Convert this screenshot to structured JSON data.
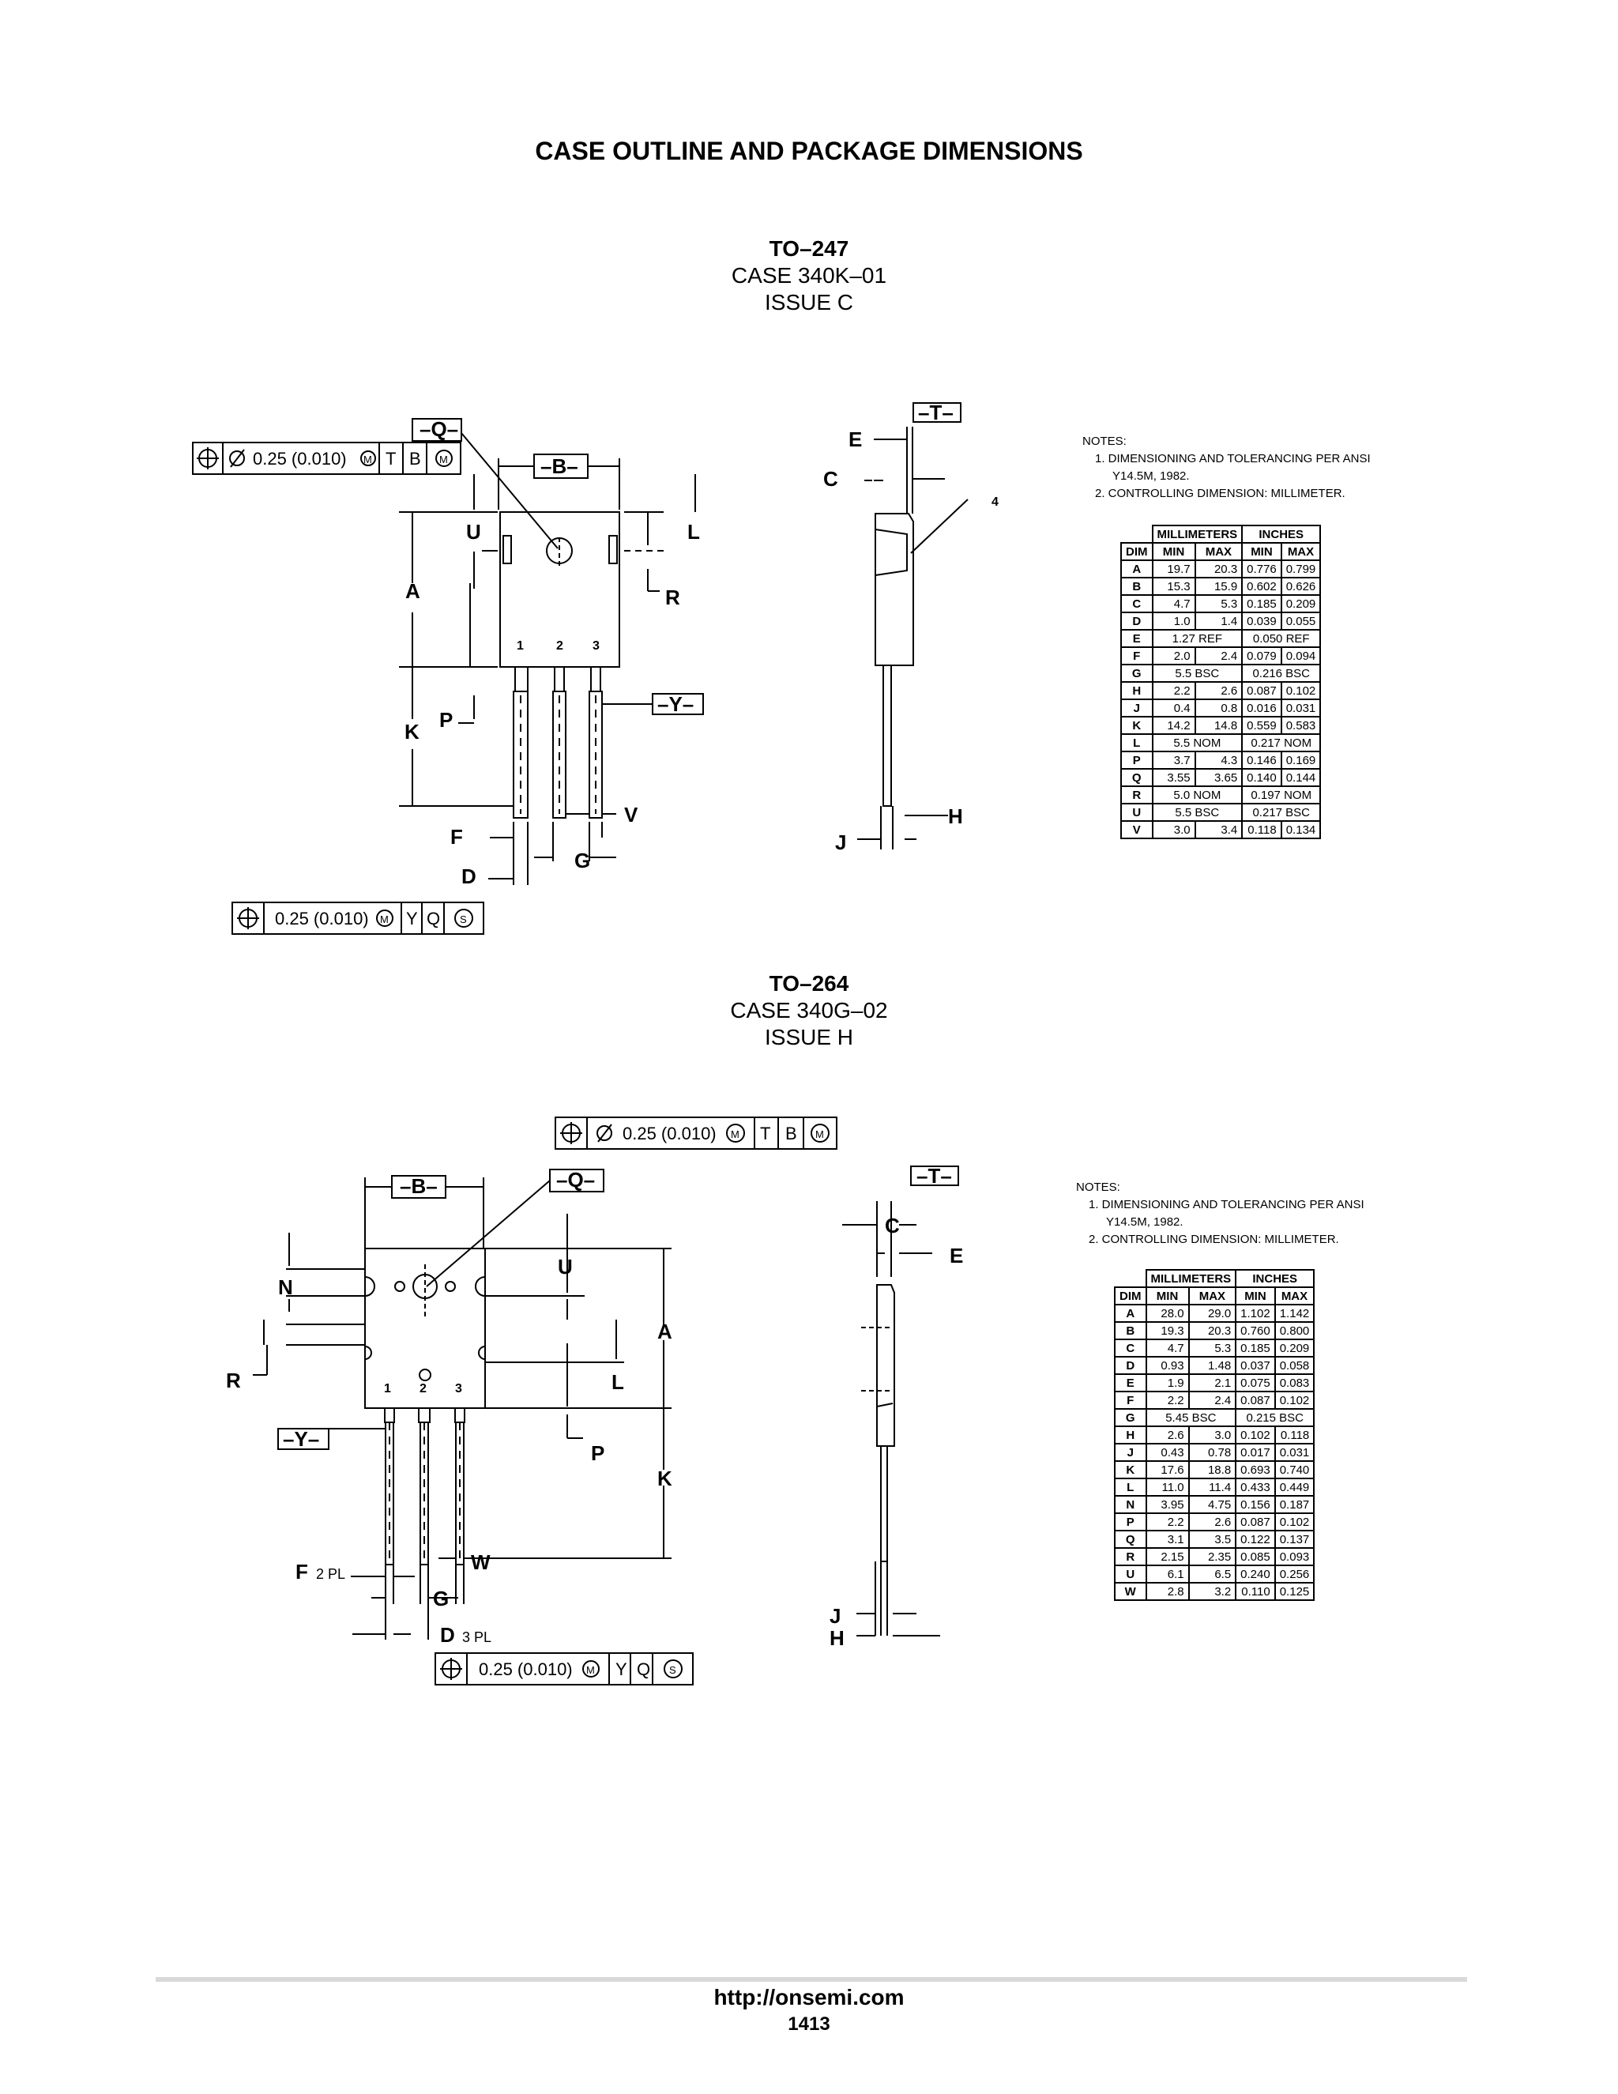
{
  "page": {
    "title": "CASE OUTLINE AND PACKAGE DIMENSIONS"
  },
  "packages": [
    {
      "name": "TO–247",
      "case": "CASE 340K–01",
      "issue": "ISSUE C",
      "notes": {
        "heading": "NOTES:",
        "lines": [
          "1.  DIMENSIONING AND TOLERANCING PER ANSI",
          "Y14.5M, 1982.",
          "2.  CONTROLLING DIMENSION: MILLIMETER."
        ]
      },
      "drawing": {
        "fcf_top": {
          "value": "0.25 (0.010)",
          "refs": [
            "T",
            "B"
          ]
        },
        "fcf_bottom": {
          "value": "0.25 (0.010)",
          "refs": [
            "Y",
            "Q"
          ]
        },
        "datums": [
          "–Q–",
          "–B–",
          "–Y–",
          "–T–"
        ],
        "labels": [
          "U",
          "L",
          "A",
          "R",
          "K",
          "P",
          "F",
          "D",
          "G",
          "V",
          "E",
          "C",
          "H",
          "J",
          "4",
          "1",
          "2",
          "3"
        ]
      },
      "table": {
        "group_headers": [
          "MILLIMETERS",
          "INCHES"
        ],
        "col_headers": [
          "DIM",
          "MIN",
          "MAX",
          "MIN",
          "MAX"
        ],
        "rows": [
          [
            "A",
            "19.7",
            "20.3",
            "0.776",
            "0.799"
          ],
          [
            "B",
            "15.3",
            "15.9",
            "0.602",
            "0.626"
          ],
          [
            "C",
            "4.7",
            "5.3",
            "0.185",
            "0.209"
          ],
          [
            "D",
            "1.0",
            "1.4",
            "0.039",
            "0.055"
          ],
          [
            "E",
            "1.27 REF",
            "",
            "0.050 REF",
            ""
          ],
          [
            "F",
            "2.0",
            "2.4",
            "0.079",
            "0.094"
          ],
          [
            "G",
            "5.5 BSC",
            "",
            "0.216 BSC",
            ""
          ],
          [
            "H",
            "2.2",
            "2.6",
            "0.087",
            "0.102"
          ],
          [
            "J",
            "0.4",
            "0.8",
            "0.016",
            "0.031"
          ],
          [
            "K",
            "14.2",
            "14.8",
            "0.559",
            "0.583"
          ],
          [
            "L",
            "5.5 NOM",
            "",
            "0.217 NOM",
            ""
          ],
          [
            "P",
            "3.7",
            "4.3",
            "0.146",
            "0.169"
          ],
          [
            "Q",
            "3.55",
            "3.65",
            "0.140",
            "0.144"
          ],
          [
            "R",
            "5.0 NOM",
            "",
            "0.197 NOM",
            ""
          ],
          [
            "U",
            "5.5 BSC",
            "",
            "0.217 BSC",
            ""
          ],
          [
            "V",
            "3.0",
            "3.4",
            "0.118",
            "0.134"
          ]
        ]
      }
    },
    {
      "name": "TO–264",
      "case": "CASE 340G–02",
      "issue": "ISSUE H",
      "notes": {
        "heading": "NOTES:",
        "lines": [
          "1.  DIMENSIONING AND TOLERANCING PER ANSI",
          "Y14.5M, 1982.",
          "2.  CONTROLLING DIMENSION: MILLIMETER."
        ]
      },
      "drawing": {
        "fcf_top": {
          "value": "0.25 (0.010)",
          "refs": [
            "T",
            "B"
          ]
        },
        "fcf_bottom": {
          "value": "0.25 (0.010)",
          "refs": [
            "Y",
            "Q"
          ]
        },
        "datums": [
          "–B–",
          "–Q–",
          "–Y–",
          "–T–"
        ],
        "labels": [
          "N",
          "U",
          "A",
          "R",
          "L",
          "P",
          "K",
          "W",
          "F",
          "2 PL",
          "G",
          "D",
          "3 PL",
          "C",
          "E",
          "J",
          "H",
          "1",
          "2",
          "3"
        ]
      },
      "table": {
        "group_headers": [
          "MILLIMETERS",
          "INCHES"
        ],
        "col_headers": [
          "DIM",
          "MIN",
          "MAX",
          "MIN",
          "MAX"
        ],
        "rows": [
          [
            "A",
            "28.0",
            "29.0",
            "1.102",
            "1.142"
          ],
          [
            "B",
            "19.3",
            "20.3",
            "0.760",
            "0.800"
          ],
          [
            "C",
            "4.7",
            "5.3",
            "0.185",
            "0.209"
          ],
          [
            "D",
            "0.93",
            "1.48",
            "0.037",
            "0.058"
          ],
          [
            "E",
            "1.9",
            "2.1",
            "0.075",
            "0.083"
          ],
          [
            "F",
            "2.2",
            "2.4",
            "0.087",
            "0.102"
          ],
          [
            "G",
            "5.45 BSC",
            "",
            "0.215 BSC",
            ""
          ],
          [
            "H",
            "2.6",
            "3.0",
            "0.102",
            "0.118"
          ],
          [
            "J",
            "0.43",
            "0.78",
            "0.017",
            "0.031"
          ],
          [
            "K",
            "17.6",
            "18.8",
            "0.693",
            "0.740"
          ],
          [
            "L",
            "11.0",
            "11.4",
            "0.433",
            "0.449"
          ],
          [
            "N",
            "3.95",
            "4.75",
            "0.156",
            "0.187"
          ],
          [
            "P",
            "2.2",
            "2.6",
            "0.087",
            "0.102"
          ],
          [
            "Q",
            "3.1",
            "3.5",
            "0.122",
            "0.137"
          ],
          [
            "R",
            "2.15",
            "2.35",
            "0.085",
            "0.093"
          ],
          [
            "U",
            "6.1",
            "6.5",
            "0.240",
            "0.256"
          ],
          [
            "W",
            "2.8",
            "3.2",
            "0.110",
            "0.125"
          ]
        ]
      }
    }
  ],
  "footer": {
    "url": "http://onsemi.com",
    "page": "1413"
  }
}
